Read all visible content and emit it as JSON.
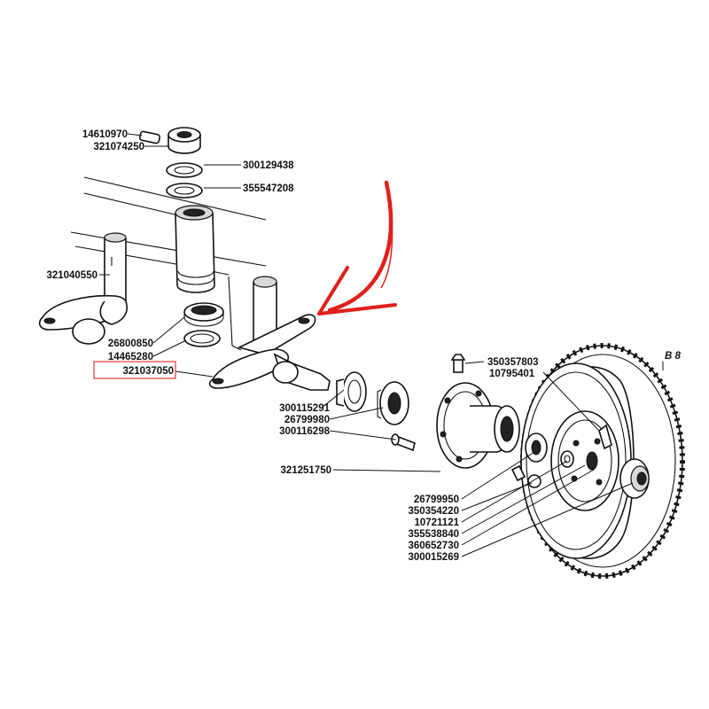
{
  "parts": {
    "p14610970": "14610970",
    "p321074250": "321074250",
    "p300129438": "300129438",
    "p355547208": "355547208",
    "p321040550": "321040550",
    "p26800850": "26800850",
    "p14465280": "14465280",
    "p321037050": "321037050",
    "p350357803": "350357803",
    "p10795401": "10795401",
    "p300115291": "300115291",
    "p26799980": "26799980",
    "p300116298": "300116298",
    "p321251750": "321251750",
    "p26799950": "26799950",
    "p350354220": "350354220",
    "p10721121": "10721121",
    "p355538840": "355538840",
    "p360652730": "360652730",
    "p300015269": "300015269"
  },
  "tire_code": "B 8",
  "colors": {
    "highlight_box": "#e53935",
    "arrow": "#e0201a"
  }
}
